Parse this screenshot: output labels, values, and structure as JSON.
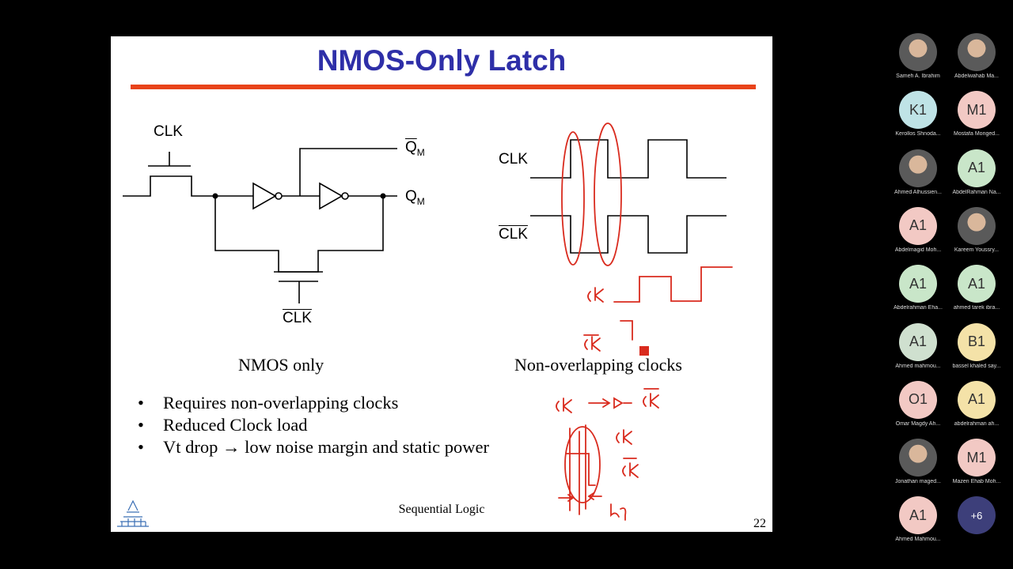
{
  "slide": {
    "title": "NMOS-Only Latch",
    "left_circuit": {
      "clk_label": "CLK",
      "clkb_label": "CLK",
      "qm_bar_label": "Q",
      "qm_bar_sub": "M",
      "qm_label": "Q",
      "qm_sub": "M"
    },
    "right_timing": {
      "clk_label": "CLK",
      "clkb_label": "CLK"
    },
    "caption_left": "NMOS only",
    "caption_right": "Non-overlapping clocks",
    "bullets": [
      "Requires non-overlapping clocks",
      "Reduced Clock load",
      "Vt drop → low noise margin and static power"
    ],
    "footer": "Sequential Logic",
    "page_number": "22",
    "annotation_color": "#d92b1e",
    "title_color": "#2e2fa8",
    "rule_color": "#e8431a"
  },
  "participants": [
    {
      "name": "Sameh A. Ibrahim",
      "initials": "",
      "color": "#6b6b6b",
      "photo": true
    },
    {
      "name": "Abdelwahab Ma...",
      "initials": "",
      "color": "#9aa3a8",
      "photo": true
    },
    {
      "name": "Kerollos Shnoda...",
      "initials": "K1",
      "color": "#bfe3e6"
    },
    {
      "name": "Mostafa Monged...",
      "initials": "M1",
      "color": "#f2c9c4"
    },
    {
      "name": "Ahmed Alhussien...",
      "initials": "",
      "color": "#7f8a6a",
      "photo": true
    },
    {
      "name": "AbdelRahman Na...",
      "initials": "A1",
      "color": "#c9e6c9"
    },
    {
      "name": "Abdelmagid Moh...",
      "initials": "A1",
      "color": "#f2c9c4"
    },
    {
      "name": "Kareem Youssry...",
      "initials": "",
      "color": "#b7a48e",
      "photo": true
    },
    {
      "name": "Abdelrahman Eha...",
      "initials": "A1",
      "color": "#c9e6c9"
    },
    {
      "name": "ahmed tarek ibra...",
      "initials": "A1",
      "color": "#c9e6c9"
    },
    {
      "name": "Ahmed mahmou...",
      "initials": "A1",
      "color": "#cfe0cf"
    },
    {
      "name": "bassel khaled say...",
      "initials": "B1",
      "color": "#f4e2a8"
    },
    {
      "name": "Omar Magdy Ah...",
      "initials": "O1",
      "color": "#f2c9c4"
    },
    {
      "name": "abdelrahman ah...",
      "initials": "A1",
      "color": "#f4e2a8"
    },
    {
      "name": "Jonathan maged...",
      "initials": "",
      "color": "#4f7a3a",
      "photo": true
    },
    {
      "name": "Mazen Ehab Moh...",
      "initials": "M1",
      "color": "#f2c9c4"
    },
    {
      "name": "Ahmed Mahmou...",
      "initials": "A1",
      "color": "#f2c9c4"
    },
    {
      "name": "",
      "initials": "+6",
      "color": "#3d3f7a"
    }
  ]
}
